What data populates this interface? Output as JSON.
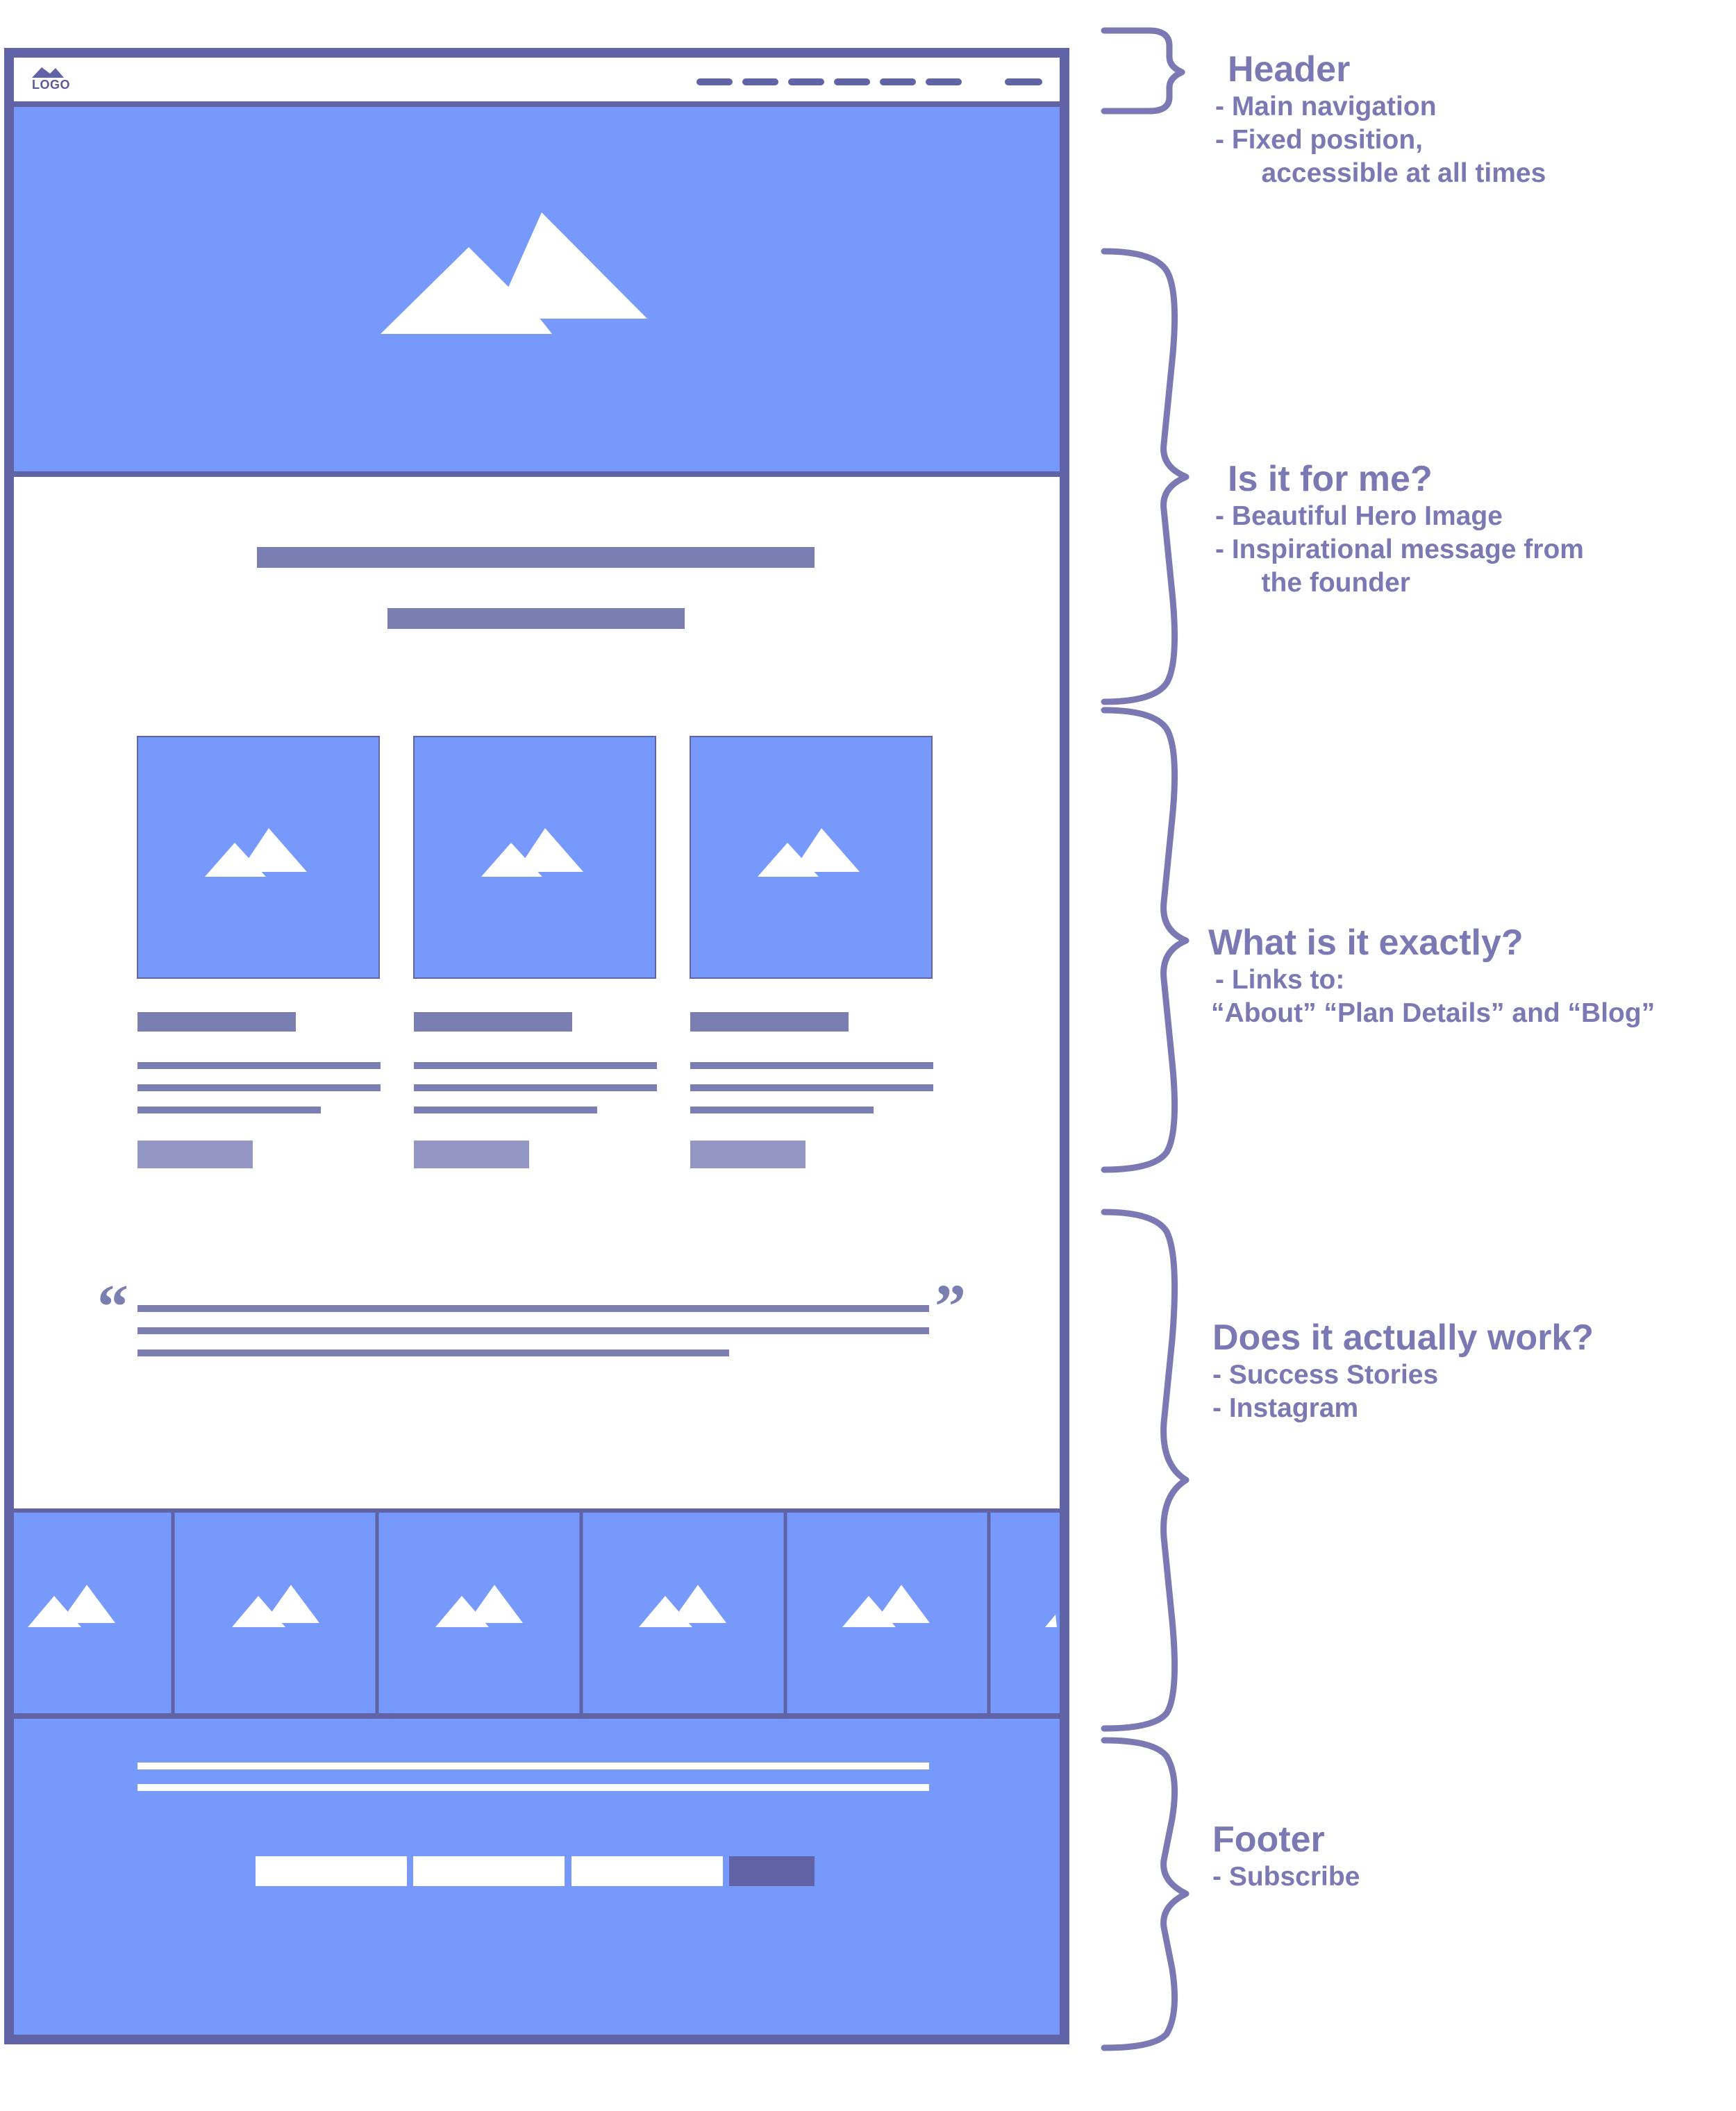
{
  "wireframe": {
    "logo_text": "LOGO",
    "colors": {
      "frame": "#6063a6",
      "hero_fill": "#7799fb",
      "text_bar": "#7a7eb0",
      "button_bar": "#9497c4",
      "annotation": "#7a79b4",
      "subscribe_button": "#6063a6",
      "white": "#ffffff"
    },
    "icons": {
      "logo": "mountain-icon",
      "hero": "mountain-icon",
      "card": "mountain-icon",
      "gallery": "mountain-icon",
      "quote_open": "open-quote-icon",
      "quote_close": "close-quote-icon"
    },
    "quote_open": "“",
    "quote_close": "”"
  },
  "annotations": [
    {
      "title": "Header",
      "lines": [
        "- Main navigation",
        "- Fixed position,",
        "   accessible at all times"
      ]
    },
    {
      "title": "Is it for me?",
      "lines": [
        "- Beautiful Hero Image",
        "- Inspirational message from",
        "   the founder"
      ]
    },
    {
      "title": "What is it exactly?",
      "lines": [
        "- Links to:",
        "“About” “Plan Details” and “Blog”"
      ]
    },
    {
      "title": "Does it actually work?",
      "lines": [
        "- Success Stories",
        "- Instagram"
      ]
    },
    {
      "title": "Footer",
      "lines": [
        "- Subscribe"
      ]
    }
  ]
}
